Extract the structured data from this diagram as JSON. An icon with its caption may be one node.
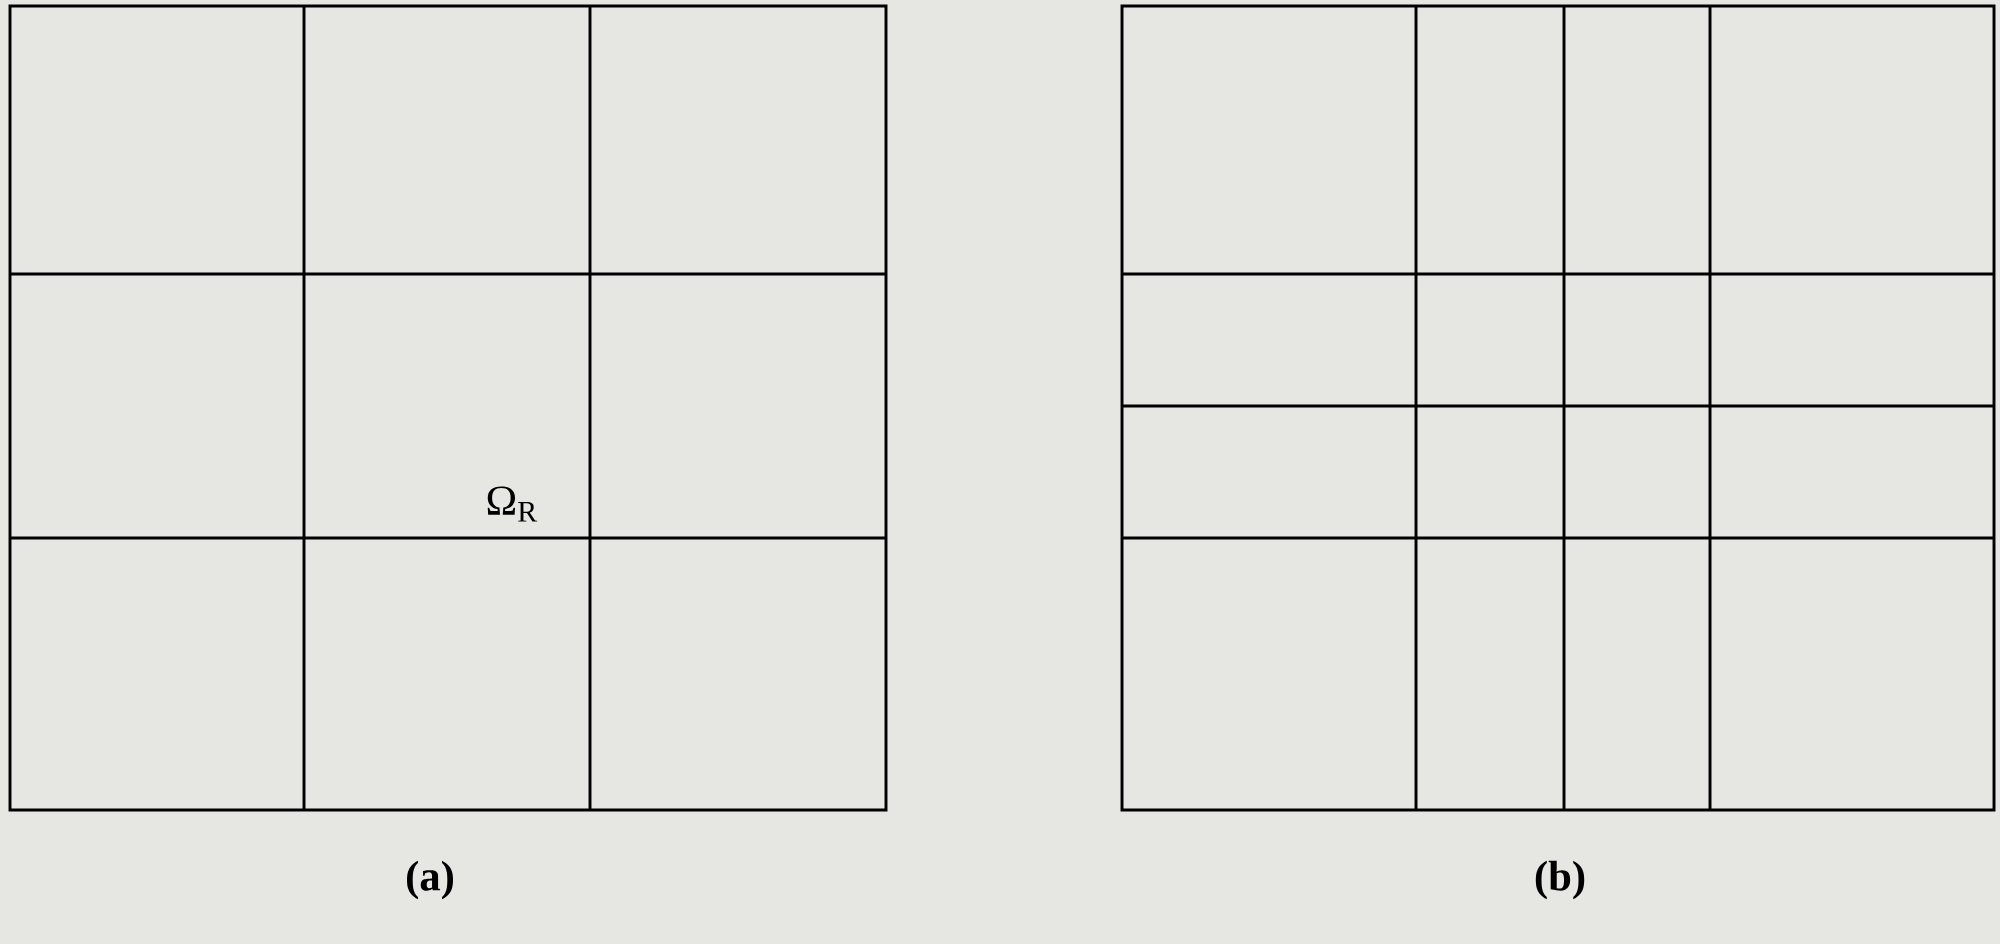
{
  "diagram": {
    "labels": [
      "Ω$_{R}$",
      "(a)",
      "(b)"
    ]
  }
}
